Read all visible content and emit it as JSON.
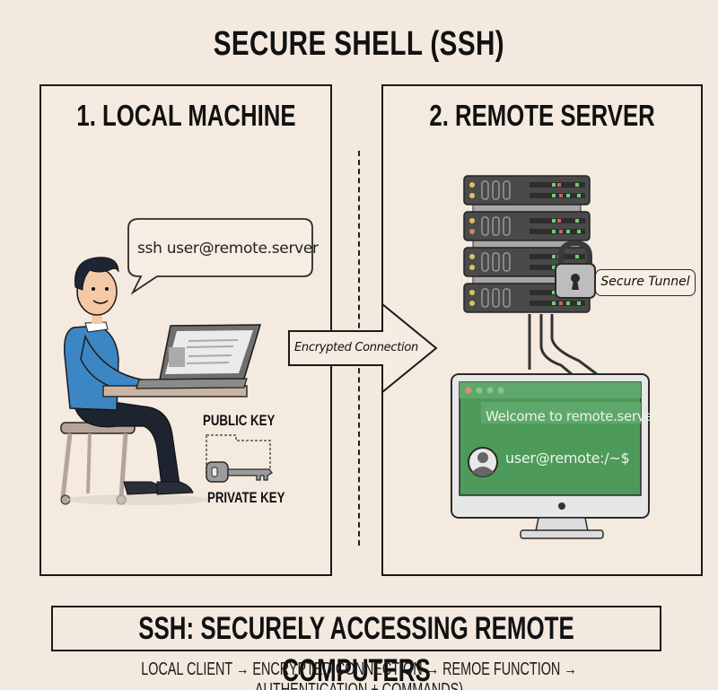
{
  "title": "SECURE SHELL (SSH)",
  "panels": {
    "local": {
      "title": "1. LOCAL MACHINE",
      "speech": "ssh user@remote.server",
      "public_key_label": "PUBLIC KEY",
      "private_key_label": "PRIVATE KEY"
    },
    "remote": {
      "title": "2. REMOTE SERVER",
      "tunnel_label": "Secure Tunnel",
      "terminal": {
        "welcome": "Welcome to remote.server",
        "prompt": "user@remote:/~$"
      }
    }
  },
  "connection": {
    "label": "Encrypted Connection"
  },
  "summary": {
    "heading": "SSH: SECURELY ACCESSING REMOTE COMPUTERS",
    "flow": "LOCAL CLIENT → ENCRYPTED CONNECTION → REMOE FUNCTION → AUTHENTICATION + COMMANDS)"
  },
  "icons": {
    "person": "person-at-laptop-icon",
    "laptop": "laptop-icon",
    "key": "key-icon",
    "server": "server-rack-icon",
    "lock": "padlock-icon",
    "monitor": "monitor-icon",
    "user_avatar": "user-avatar-icon",
    "arrow": "arrow-right-icon"
  },
  "colors": {
    "background": "#f3e9df",
    "terminal_green": "#4e9a5a",
    "shirt_blue": "#3d86c4",
    "server_dark": "#4a4a4a"
  }
}
